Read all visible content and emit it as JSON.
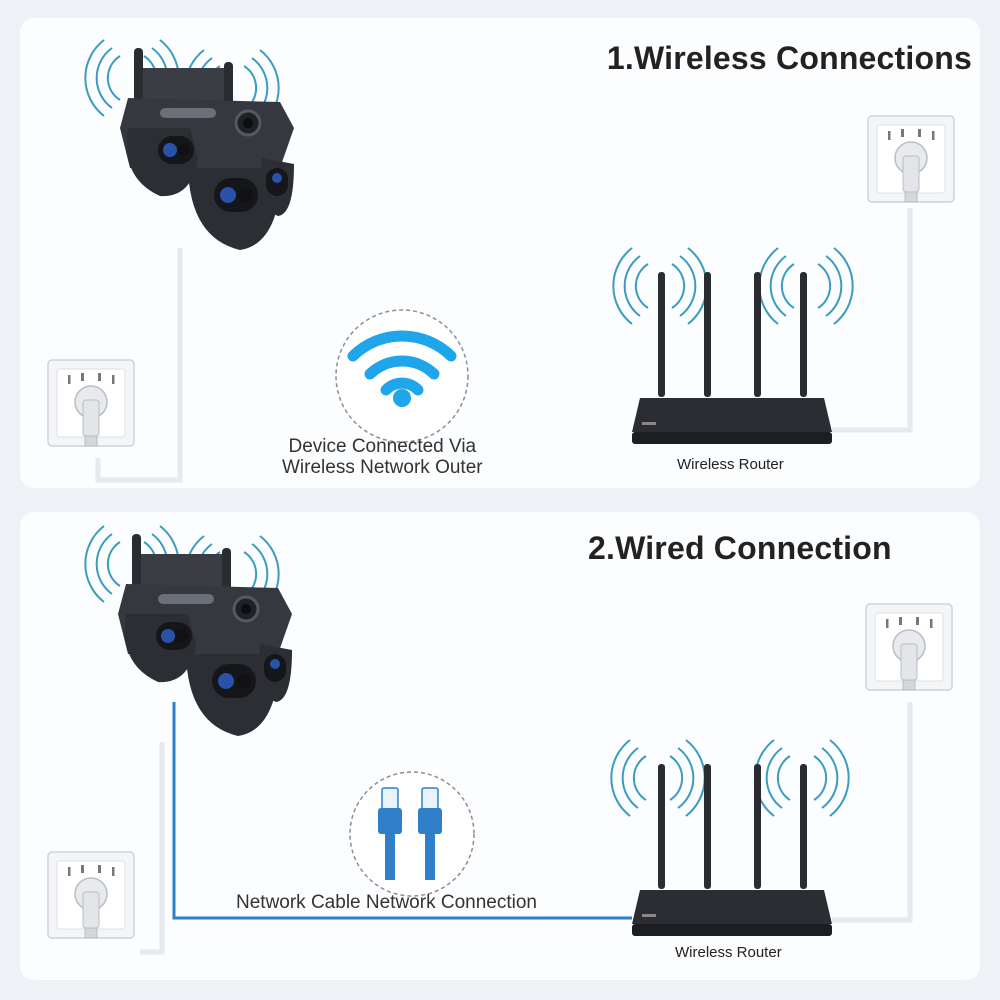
{
  "sections": [
    {
      "title": "1.Wireless Connections",
      "center_icon": "wifi-icon",
      "caption_line1": "Device Connected Via",
      "caption_line2": "Wireless Network Outer",
      "router_label": "Wireless Router"
    },
    {
      "title": "2.Wired Connection",
      "center_icon": "ethernet-cable-icon",
      "caption": "Network Cable Network Connection",
      "router_label": "Wireless Router"
    }
  ],
  "colors": {
    "wifi_blue": "#1fa6ea",
    "cable_blue": "#2f80c9",
    "device_black": "#2a2c31",
    "wave_teal": "#2f8fb0"
  }
}
